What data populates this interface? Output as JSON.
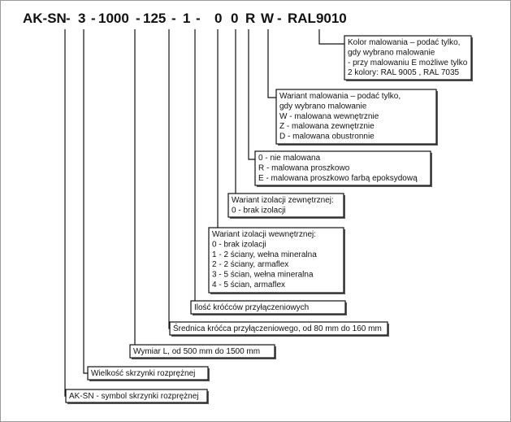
{
  "code": {
    "segments": [
      {
        "text": "AK-SN"
      },
      {
        "text": "-"
      },
      {
        "text": "3"
      },
      {
        "text": "-"
      },
      {
        "text": "1000"
      },
      {
        "text": "-"
      },
      {
        "text": "125"
      },
      {
        "text": "-"
      },
      {
        "text": "1"
      },
      {
        "text": "-"
      },
      {
        "text": "0"
      },
      {
        "text": "0"
      },
      {
        "text": "R"
      },
      {
        "text": "W"
      },
      {
        "text": "-"
      },
      {
        "text": "RAL9010"
      }
    ]
  },
  "boxes": [
    {
      "id": "kolor",
      "lines": [
        "Kolor malowania – podać tylko,",
        "gdy wybrano malowanie",
        "- przy malowaniu E możliwe tylko",
        "2 kolory: RAL 9005 , RAL 7035"
      ]
    },
    {
      "id": "wariant-malowania",
      "lines": [
        "Wariant malowania – podać tylko,",
        "gdy wybrano malowanie",
        "W - malowana wewnętrznie",
        "Z - malowana zewnętrznie",
        "D - malowana obustronnie"
      ]
    },
    {
      "id": "malowanie",
      "lines": [
        "0 - nie malowana",
        "R - malowana proszkowo",
        "E - malowana proszkowo farbą epoksydową"
      ]
    },
    {
      "id": "izolacja-zew",
      "lines": [
        "Wariant izolacji zewnętrznej:",
        "0 - brak izolacji"
      ]
    },
    {
      "id": "izolacja-wew",
      "lines": [
        "Wariant izolacji wewnętrznej:",
        "0 - brak izolacji",
        "1 - 2 ściany, wełna mineralna",
        "2 - 2 ściany, armaflex",
        "3 - 5 ścian, wełna mineralna",
        "4 - 5 ścian, armaflex"
      ]
    },
    {
      "id": "ilosc-kroccow",
      "lines": [
        "Ilość króćców przyłączeniowych"
      ]
    },
    {
      "id": "srednica",
      "lines": [
        "Średnica króćca przyłączeniowego, od 80 mm do 160 mm"
      ]
    },
    {
      "id": "wymiar",
      "lines": [
        "Wymiar L, od 500 mm do 1500 mm"
      ]
    },
    {
      "id": "wielkosc",
      "lines": [
        "Wielkość skrzynki rozprężnej"
      ]
    },
    {
      "id": "symbol",
      "lines": [
        "AK-SN - symbol skrzynki rozprężnej"
      ]
    }
  ]
}
